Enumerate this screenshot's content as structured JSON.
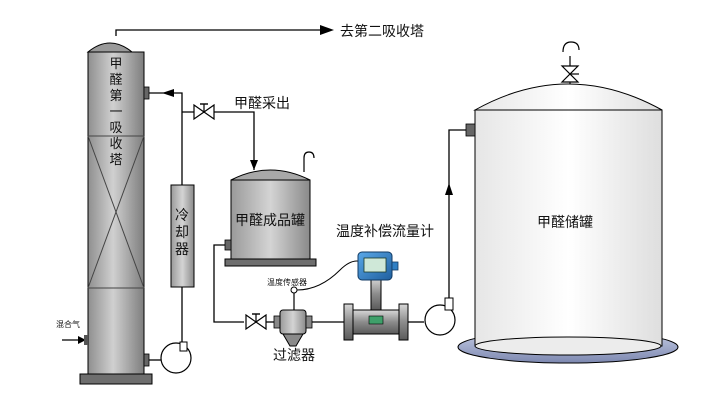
{
  "labels": {
    "to_second_tower": "去第二吸收塔",
    "tower_chars": [
      "甲",
      "醛",
      "第",
      "一",
      "吸",
      "收",
      "塔"
    ],
    "cooler_chars": [
      "冷",
      "却",
      "器"
    ],
    "extraction": "甲醛采出",
    "product_tank": "甲醛成品罐",
    "flowmeter": "温度补偿流量计",
    "temp_sensor": "温度传感器",
    "mixed_gas": "混合气",
    "filter": "过滤器",
    "storage_tank": "甲醛储罐"
  },
  "colors": {
    "vessel_gray": "#b3b3b3",
    "vessel_dark": "#6e6e6e",
    "tank_white": "#fafafa",
    "tank_base": "#9fa9c8",
    "flowmeter_blue": "#2f7fc4",
    "screen_green": "#3fa06a",
    "pipe": "#000000"
  },
  "icons": [
    "valve-icon",
    "pump-icon",
    "flowmeter-icon",
    "filter-icon",
    "arrow-icon"
  ]
}
